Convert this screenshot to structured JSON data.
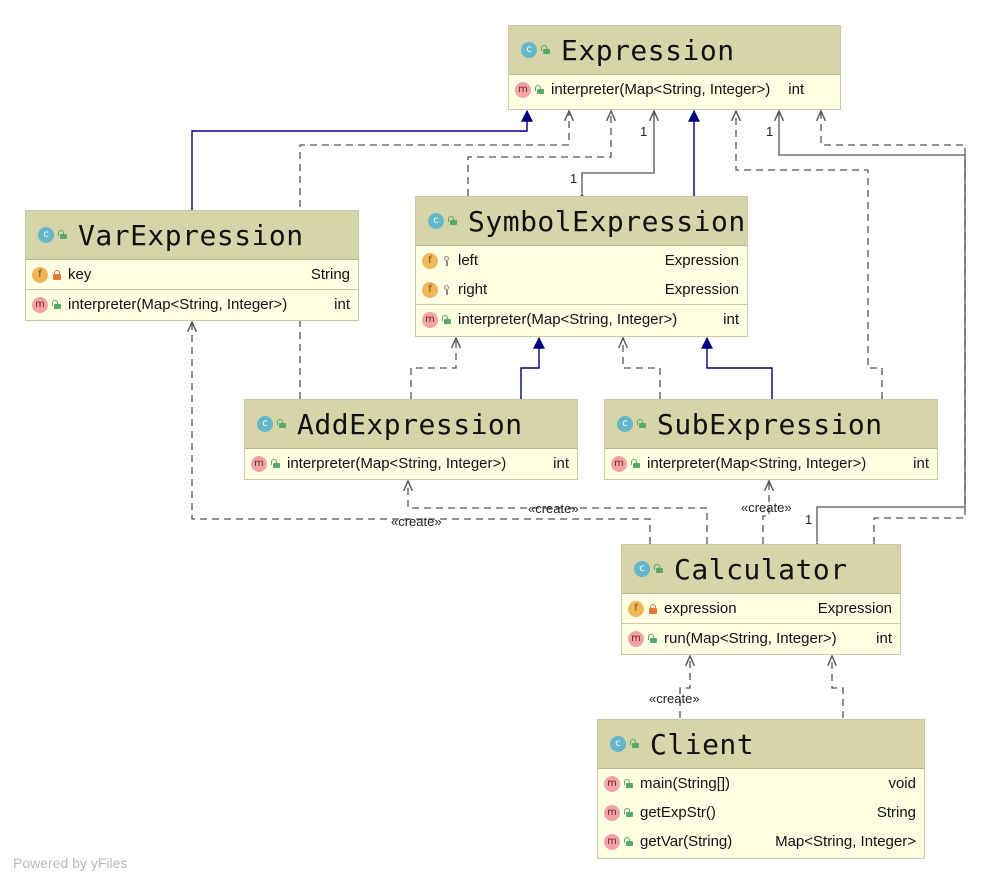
{
  "classes": {
    "expression": {
      "name": "Expression",
      "methods": [
        {
          "label": "interpreter(Map<String, Integer>)",
          "type": "int"
        }
      ]
    },
    "var_expression": {
      "name": "VarExpression",
      "fields": [
        {
          "label": "key",
          "type": "String"
        }
      ],
      "methods": [
        {
          "label": "interpreter(Map<String, Integer>)",
          "type": "int"
        }
      ]
    },
    "symbol_expression": {
      "name": "SymbolExpression",
      "fields": [
        {
          "label": "left",
          "type": "Expression"
        },
        {
          "label": "right",
          "type": "Expression"
        }
      ],
      "methods": [
        {
          "label": "interpreter(Map<String, Integer>)",
          "type": "int"
        }
      ]
    },
    "add_expression": {
      "name": "AddExpression",
      "methods": [
        {
          "label": "interpreter(Map<String, Integer>)",
          "type": "int"
        }
      ]
    },
    "sub_expression": {
      "name": "SubExpression",
      "methods": [
        {
          "label": "interpreter(Map<String, Integer>)",
          "type": "int"
        }
      ]
    },
    "calculator": {
      "name": "Calculator",
      "fields": [
        {
          "label": "expression",
          "type": "Expression"
        }
      ],
      "methods": [
        {
          "label": "run(Map<String, Integer>)",
          "type": "int"
        }
      ]
    },
    "client": {
      "name": "Client",
      "methods": [
        {
          "label": "main(String[])",
          "type": "void"
        },
        {
          "label": "getExpStr()",
          "type": "String"
        },
        {
          "label": "getVar(String)",
          "type": "Map<String, Integer>"
        }
      ]
    }
  },
  "badges": {
    "class": "c",
    "field": "f",
    "method": "m"
  },
  "edge_labels": {
    "create_var": "«create»",
    "create_add": "«create»",
    "create_sub": "«create»",
    "create_calc": "«create»",
    "mult_sym_left": "1",
    "mult_sym_right": "1",
    "mult_calc_expr": "1",
    "mult_calc": "1"
  },
  "footer": {
    "watermark": "Powered by yFiles"
  },
  "colors": {
    "header": "#d6d4a9",
    "body": "#fefee3",
    "inheritance": "#00007f",
    "dependency": "#555555"
  }
}
